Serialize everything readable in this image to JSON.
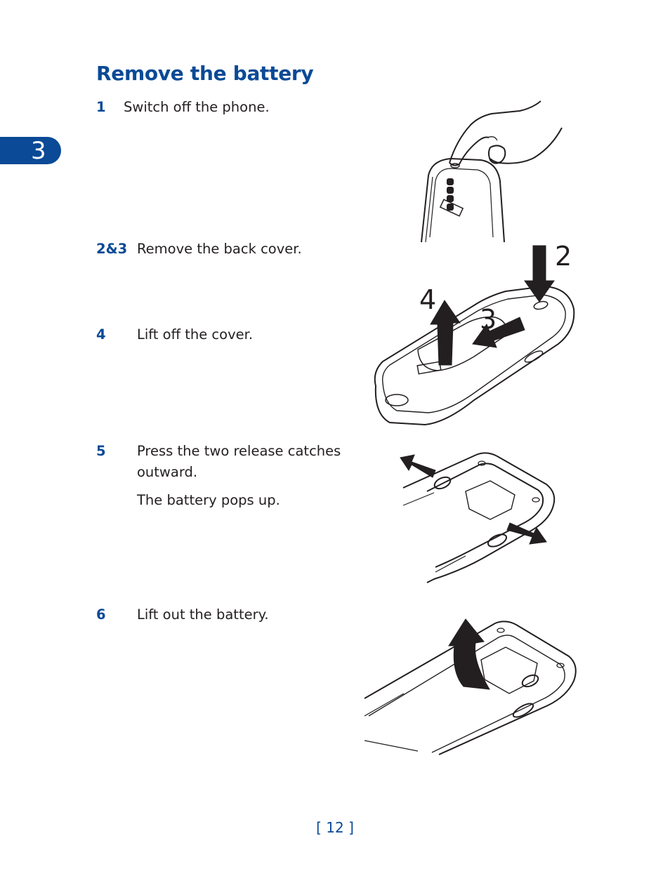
{
  "chapter": {
    "number": "3"
  },
  "title": "Remove the battery",
  "steps": [
    {
      "num": "1",
      "text": "Switch off the phone."
    },
    {
      "num": "2&3",
      "text": "Remove the back cover."
    },
    {
      "num": "4",
      "text": "Lift off the cover."
    },
    {
      "num": "5",
      "text": "Press the two release catches",
      "text2": "outward.",
      "note": "The battery pops up."
    },
    {
      "num": "6",
      "text": "Lift out the battery."
    }
  ],
  "figure_labels": {
    "two": "2",
    "three": "3",
    "four": "4"
  },
  "footer": {
    "page": "[ 12 ]"
  },
  "colors": {
    "accent": "#0a4a96",
    "text": "#231f20"
  }
}
